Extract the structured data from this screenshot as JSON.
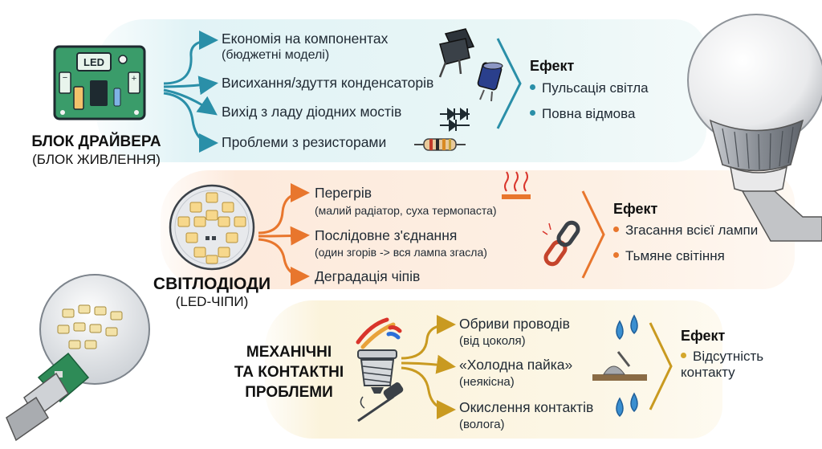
{
  "sections": [
    {
      "title": "БЛОК ДРАЙВЕРА",
      "subtitle": "(БЛОК ЖИВЛЕННЯ)",
      "icon": "led-driver-board-icon",
      "accent": "#2a8fa8",
      "causes": [
        {
          "text": "Економія на компонентах",
          "sub": "(бюджетні моделі)",
          "icon": "broken-capacitor-icon"
        },
        {
          "text": "Висихання/здуття конденсаторів",
          "icon": "capacitor-icon"
        },
        {
          "text": "Вихід з ладу діодних мостів",
          "icon": "diode-bridge-icon"
        },
        {
          "text": "Проблеми з резисторами",
          "icon": "resistor-icon"
        }
      ],
      "effect_title": "Ефект",
      "effects": [
        "Пульсація світла",
        "Повна відмова"
      ]
    },
    {
      "title": "СВІТЛОДІОДИ",
      "subtitle": "(LED-ЧІПИ)",
      "icon": "led-chip-board-icon",
      "accent": "#e8762d",
      "causes": [
        {
          "text": "Перегрів",
          "sub": "(малий радіатор, суха термопаста)",
          "icon": "heat-icon"
        },
        {
          "text": "Послідовне з'єднання",
          "sub": "(один згорів -> вся лампа згасла)",
          "icon": "broken-chain-icon"
        },
        {
          "text": "Деградація чіпів"
        }
      ],
      "effect_title": "Ефект",
      "effects": [
        "Згасання всієї лампи",
        "Тьмяне світіння"
      ]
    },
    {
      "title_lines": [
        "МЕХАНІЧНІ",
        "ТА КОНТАКТНІ",
        "ПРОБЛЕМИ"
      ],
      "icons": [
        "wires-icon",
        "lamp-base-icon",
        "soldering-iron-icon"
      ],
      "accent": "#d4a72c",
      "causes": [
        {
          "text": "Обриви проводів",
          "sub": "(від цоколя)",
          "icon": "water-drops-icon"
        },
        {
          "text": "«Холодна пайка»",
          "sub": "(неякісна)",
          "icon": "solder-joint-icon"
        },
        {
          "text": "Окислення контактів",
          "sub": "(волога)",
          "icon": "water-drops-icon"
        }
      ],
      "effect_title": "Ефект",
      "effects": [
        "Відсутність контакту"
      ]
    }
  ],
  "decor": {
    "led_label": "LED",
    "plus": "+",
    "minus": "−",
    "bulbs": [
      "led-bulb-icon",
      "transparent-led-bulb-icon"
    ]
  }
}
